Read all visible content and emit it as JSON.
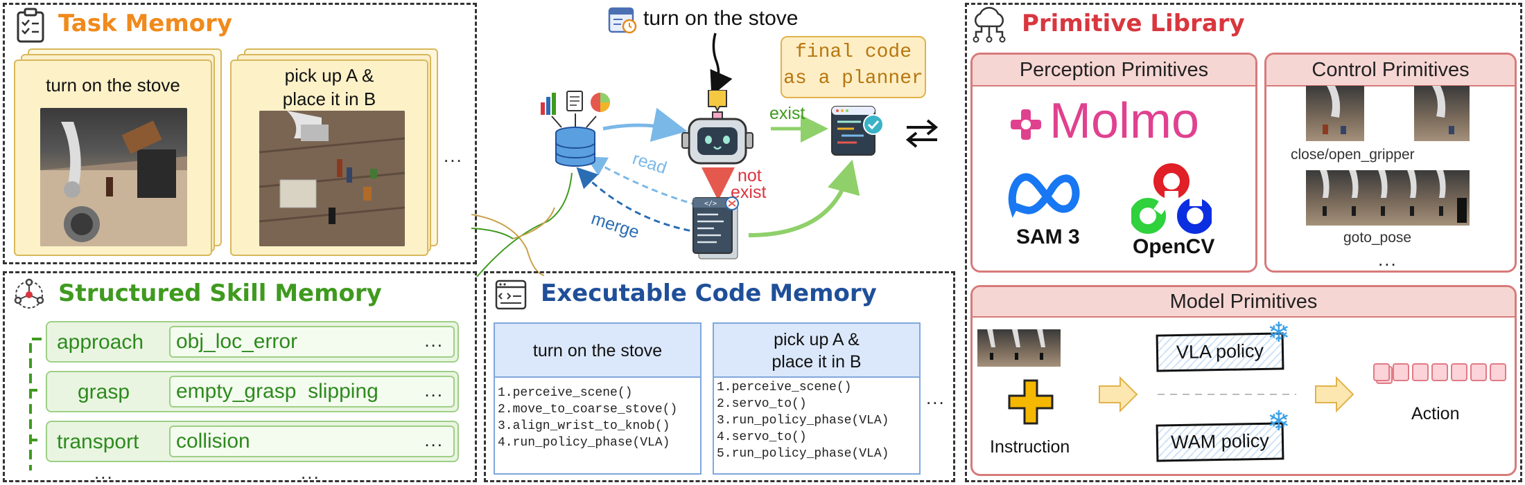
{
  "task_memory": {
    "title": "Task Memory",
    "cards": [
      {
        "label_line1": "turn on the stove",
        "label_line2": ""
      },
      {
        "label_line1": "pick up A &",
        "label_line2": "place it in B"
      }
    ],
    "more": "..."
  },
  "skill_memory": {
    "title": "Structured Skill Memory",
    "rows": [
      {
        "skill": "approach",
        "errors": "obj_loc_error",
        "more": "..."
      },
      {
        "skill": "grasp",
        "errors": "empty_grasp  slipping",
        "more": "..."
      },
      {
        "skill": "transport",
        "errors": "collision",
        "more": "..."
      }
    ],
    "more_left": "...",
    "more_right": "..."
  },
  "center": {
    "task": "turn on the stove",
    "final_code_line1": "final code",
    "final_code_line2": "as a planner",
    "exist": "exist",
    "not_exist_line1": "not",
    "not_exist_line2": "exist",
    "read": "read",
    "merge": "merge"
  },
  "code_memory": {
    "title": "Executable Code Memory",
    "columns": [
      {
        "header_line1": "turn on the stove",
        "header_line2": "",
        "lines": [
          "1.perceive_scene()",
          "2.move_to_coarse_stove()",
          "3.align_wrist_to_knob()",
          "4.run_policy_phase(VLA)"
        ]
      },
      {
        "header_line1": "pick up A &",
        "header_line2": "place it in B",
        "lines": [
          "1.perceive_scene()",
          "2.servo_to()",
          "3.run_policy_phase(VLA)",
          "4.servo_to()",
          "5.run_policy_phase(VLA)"
        ]
      }
    ],
    "more": "..."
  },
  "primitive_library": {
    "title": "Primitive Library",
    "perception": {
      "header": "Perception Primitives",
      "molmo": "Molmo",
      "sam": "SAM 3",
      "opencv": "OpenCV"
    },
    "control": {
      "header": "Control Primitives",
      "gripper": "close/open_gripper",
      "goto": "goto_pose",
      "more": "..."
    },
    "model": {
      "header": "Model Primitives",
      "instruction": "Instruction",
      "vla": "VLA policy",
      "wam": "WAM policy",
      "action": "Action"
    }
  },
  "colors": {
    "task_title": "#f08a1c",
    "skill_title": "#3f9a1f",
    "code_title": "#1f4f99",
    "library_title": "#d9363e"
  },
  "icons": [
    "clipboard-icon",
    "network-icon",
    "code-window-icon",
    "cloud-network-icon",
    "database-icon",
    "robot-icon",
    "code-doc-icon",
    "swap-arrows-icon",
    "snowflake-icon",
    "plus-icon"
  ]
}
